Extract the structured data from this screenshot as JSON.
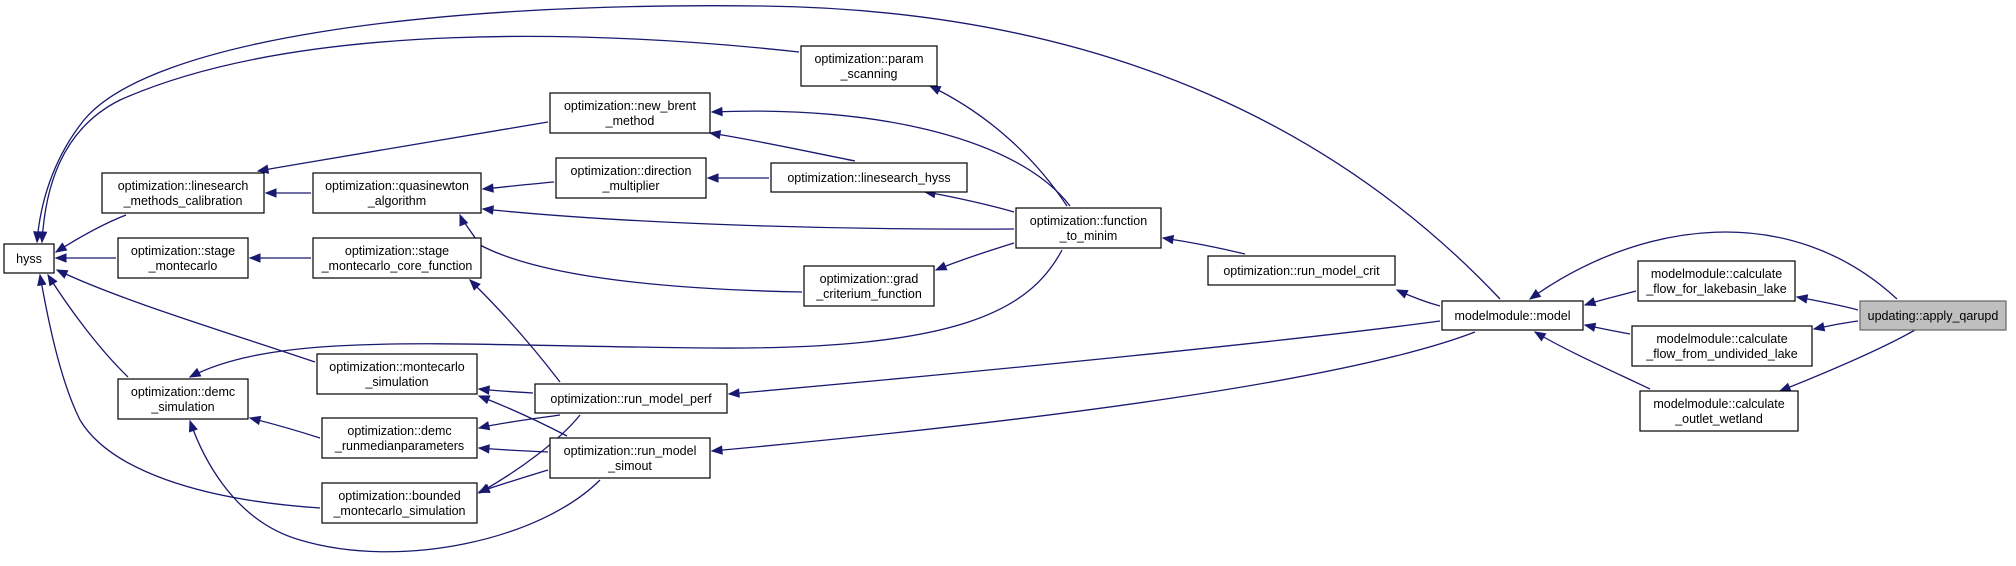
{
  "diagram": {
    "type": "doxygen-caller-graph",
    "colors": {
      "edge": "#191970",
      "node_border": "#000000",
      "root_fill": "#bfbfbf",
      "root_border": "#666666",
      "background": "#ffffff"
    },
    "nodes": [
      {
        "id": "hyss",
        "lines": [
          "hyss"
        ]
      },
      {
        "id": "linesearch_methods_calibration",
        "lines": [
          "optimization::linesearch",
          "_methods_calibration"
        ]
      },
      {
        "id": "stage_montecarlo",
        "lines": [
          "optimization::stage",
          "_montecarlo"
        ]
      },
      {
        "id": "demc_simulation",
        "lines": [
          "optimization::demc",
          "_simulation"
        ]
      },
      {
        "id": "quasinewton_algorithm",
        "lines": [
          "optimization::quasinewton",
          "_algorithm"
        ]
      },
      {
        "id": "stage_montecarlo_core_function",
        "lines": [
          "optimization::stage",
          "_montecarlo_core_function"
        ]
      },
      {
        "id": "montecarlo_simulation",
        "lines": [
          "optimization::montecarlo",
          "_simulation"
        ]
      },
      {
        "id": "demc_runmedianparameters",
        "lines": [
          "optimization::demc",
          "_runmedianparameters"
        ]
      },
      {
        "id": "bounded_montecarlo_simulation",
        "lines": [
          "optimization::bounded",
          "_montecarlo_simulation"
        ]
      },
      {
        "id": "param_scanning",
        "lines": [
          "optimization::param",
          "_scanning"
        ]
      },
      {
        "id": "new_brent_method",
        "lines": [
          "optimization::new_brent",
          "_method"
        ]
      },
      {
        "id": "direction_multiplier",
        "lines": [
          "optimization::direction",
          "_multiplier"
        ]
      },
      {
        "id": "grad_criterium_function",
        "lines": [
          "optimization::grad",
          "_criterium_function"
        ]
      },
      {
        "id": "run_model_perf",
        "lines": [
          "optimization::run_model_perf"
        ]
      },
      {
        "id": "run_model_simout",
        "lines": [
          "optimization::run_model",
          "_simout"
        ]
      },
      {
        "id": "linesearch_hyss",
        "lines": [
          "optimization::linesearch_hyss"
        ]
      },
      {
        "id": "function_to_minim",
        "lines": [
          "optimization::function",
          "_to_minim"
        ]
      },
      {
        "id": "run_model_crit",
        "lines": [
          "optimization::run_model_crit"
        ]
      },
      {
        "id": "model",
        "lines": [
          "modelmodule::model"
        ]
      },
      {
        "id": "calculate_flow_for_lakebasin_lake",
        "lines": [
          "modelmodule::calculate",
          "_flow_for_lakebasin_lake"
        ]
      },
      {
        "id": "calculate_flow_from_undivided_lake",
        "lines": [
          "modelmodule::calculate",
          "_flow_from_undivided_lake"
        ]
      },
      {
        "id": "calculate_outlet_wetland",
        "lines": [
          "modelmodule::calculate",
          "_outlet_wetland"
        ]
      },
      {
        "id": "apply_qarupd",
        "lines": [
          "updating::apply_qarupd"
        ],
        "root": true
      }
    ],
    "edges": [
      {
        "from": "apply_qarupd",
        "to": "model"
      },
      {
        "from": "apply_qarupd",
        "to": "calculate_flow_for_lakebasin_lake"
      },
      {
        "from": "apply_qarupd",
        "to": "calculate_flow_from_undivided_lake"
      },
      {
        "from": "apply_qarupd",
        "to": "calculate_outlet_wetland"
      },
      {
        "from": "calculate_flow_for_lakebasin_lake",
        "to": "model"
      },
      {
        "from": "calculate_flow_from_undivided_lake",
        "to": "model"
      },
      {
        "from": "calculate_outlet_wetland",
        "to": "model"
      },
      {
        "from": "model",
        "to": "hyss"
      },
      {
        "from": "model",
        "to": "run_model_crit"
      },
      {
        "from": "model",
        "to": "run_model_perf"
      },
      {
        "from": "model",
        "to": "run_model_simout"
      },
      {
        "from": "run_model_crit",
        "to": "function_to_minim"
      },
      {
        "from": "function_to_minim",
        "to": "param_scanning"
      },
      {
        "from": "function_to_minim",
        "to": "new_brent_method"
      },
      {
        "from": "function_to_minim",
        "to": "linesearch_hyss"
      },
      {
        "from": "function_to_minim",
        "to": "quasinewton_algorithm"
      },
      {
        "from": "function_to_minim",
        "to": "grad_criterium_function"
      },
      {
        "from": "function_to_minim",
        "to": "demc_simulation"
      },
      {
        "from": "param_scanning",
        "to": "hyss"
      },
      {
        "from": "new_brent_method",
        "to": "linesearch_methods_calibration"
      },
      {
        "from": "linesearch_hyss",
        "to": "new_brent_method"
      },
      {
        "from": "linesearch_hyss",
        "to": "direction_multiplier"
      },
      {
        "from": "direction_multiplier",
        "to": "quasinewton_algorithm"
      },
      {
        "from": "grad_criterium_function",
        "to": "quasinewton_algorithm"
      },
      {
        "from": "quasinewton_algorithm",
        "to": "linesearch_methods_calibration"
      },
      {
        "from": "linesearch_methods_calibration",
        "to": "hyss"
      },
      {
        "from": "stage_montecarlo",
        "to": "hyss"
      },
      {
        "from": "demc_simulation",
        "to": "hyss"
      },
      {
        "from": "montecarlo_simulation",
        "to": "hyss"
      },
      {
        "from": "bounded_montecarlo_simulation",
        "to": "hyss"
      },
      {
        "from": "stage_montecarlo_core_function",
        "to": "stage_montecarlo"
      },
      {
        "from": "run_model_perf",
        "to": "stage_montecarlo_core_function"
      },
      {
        "from": "run_model_perf",
        "to": "montecarlo_simulation"
      },
      {
        "from": "run_model_perf",
        "to": "demc_runmedianparameters"
      },
      {
        "from": "run_model_perf",
        "to": "bounded_montecarlo_simulation"
      },
      {
        "from": "run_model_simout",
        "to": "montecarlo_simulation"
      },
      {
        "from": "run_model_simout",
        "to": "demc_runmedianparameters"
      },
      {
        "from": "run_model_simout",
        "to": "bounded_montecarlo_simulation"
      },
      {
        "from": "run_model_simout",
        "to": "demc_simulation"
      },
      {
        "from": "demc_runmedianparameters",
        "to": "demc_simulation"
      }
    ]
  }
}
